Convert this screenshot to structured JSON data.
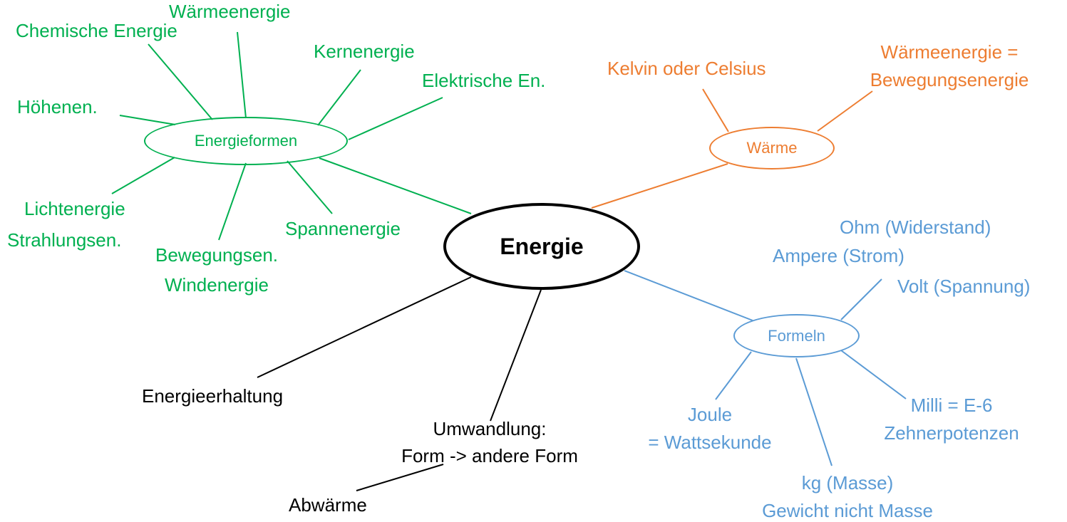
{
  "center": {
    "label": "Energie"
  },
  "energieformen": {
    "label": "Energieformen",
    "items": {
      "waermeenergie": "Wärmeenergie",
      "chemische": "Chemische Energie",
      "kernenergie": "Kernenergie",
      "elektrische": "Elektrische En.",
      "hoehen": "Höhenen.",
      "licht": "Lichtenergie",
      "strahlung": "Strahlungsen.",
      "bewegung": "Bewegungsen.",
      "wind": "Windenergie",
      "spannenergie": "Spannenergie"
    }
  },
  "waerme": {
    "label": "Wärme",
    "items": {
      "kelvin": "Kelvin oder Celsius",
      "waermeenergie_l1": "Wärmeenergie =",
      "waermeenergie_l2": "Bewegungsenergie"
    }
  },
  "formeln": {
    "label": "Formeln",
    "items": {
      "ohm": "Ohm (Widerstand)",
      "ampere": "Ampere (Strom)",
      "volt": "Volt (Spannung)",
      "joule_l1": "Joule",
      "joule_l2": "= Wattsekunde",
      "milli_l1": "Milli = E-6",
      "milli_l2": "Zehnerpotenzen",
      "kg_l1": "kg (Masse)",
      "kg_l2": "Gewicht nicht Masse"
    }
  },
  "other": {
    "energieerhaltung": "Energieerhaltung",
    "umwandlung_l1": "Umwandlung:",
    "umwandlung_l2": "Form -> andere Form",
    "abwaerme": "Abwärme"
  },
  "colors": {
    "green": "#00b050",
    "orange": "#ed7d31",
    "blue": "#5b9bd5",
    "black": "#000000"
  }
}
